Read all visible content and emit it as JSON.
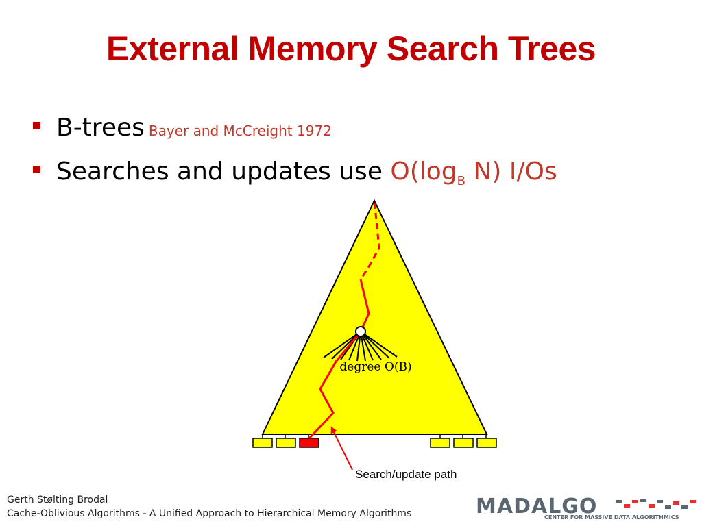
{
  "slide": {
    "title": "External Memory Search Trees",
    "bullets": [
      {
        "text": "B-trees",
        "citation": "Bayer and McCreight 1972"
      },
      {
        "text": "Searches and updates use ",
        "accent_main": "O(log",
        "accent_sub": "B",
        "accent_tail": " N) I/Os"
      }
    ]
  },
  "diagram": {
    "node_label": "degree O(B)",
    "path_label": "Search/update path"
  },
  "footer": {
    "author": "Gerth Stølting Brodal",
    "talk": "Cache-Oblivious Algorithms - A Unified Approach to Hierarchical Memory Algorithms"
  },
  "logo": {
    "wordmark": "MADALGO",
    "tagline": "CENTER FOR MASSIVE DATA ALGORITHMICS"
  },
  "colors": {
    "title": "#c00000",
    "accent": "#c0392b",
    "triangle_fill": "#ffff00",
    "path": "#ff0000",
    "logo_gray": "#5a6670",
    "logo_red": "#e03030"
  }
}
